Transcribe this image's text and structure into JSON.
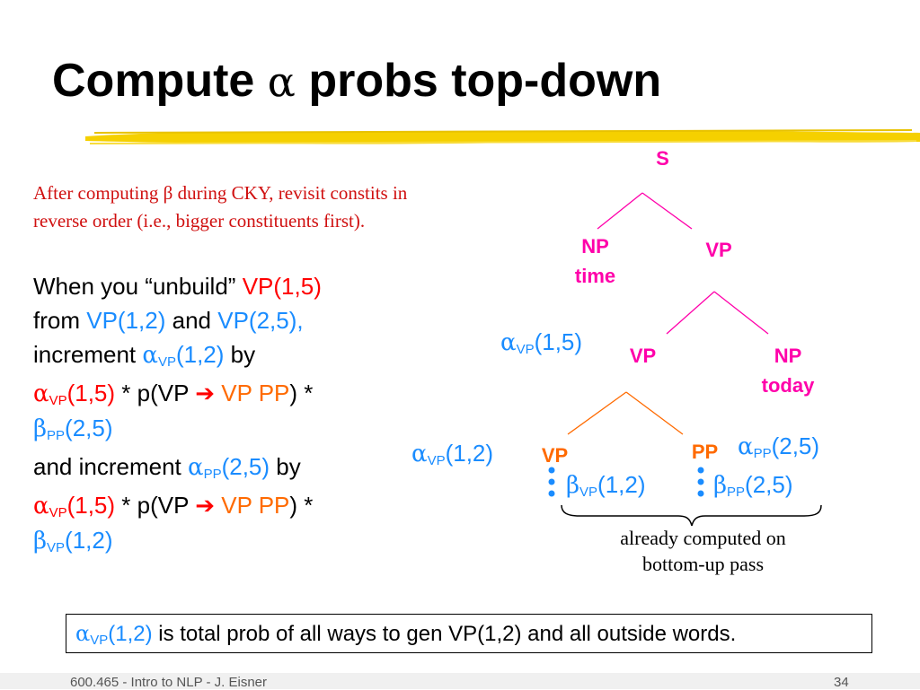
{
  "slide": {
    "title_before": "Compute",
    "title_symbol": "α",
    "title_after": "probs top-down",
    "note": {
      "part1": "After computing",
      "symbol": "β",
      "part2": "during CKY, revisit constits in reverse order (i.e., bigger constituents first)."
    },
    "body": {
      "line1_a": "When you “unbuild”",
      "line1_b": "VP(1,5)",
      "line2_a": "from",
      "line2_b": "VP(1,2)",
      "line2_c": "and",
      "line2_d": "VP(2,5),",
      "line3_a": "increment",
      "alpha": "α",
      "beta": "β",
      "sub_vp": "VP",
      "sub_pp": "PP",
      "val_12": "(1,2)",
      "val_15": "(1,5)",
      "val_25": "(2,5)",
      "by": "by",
      "times_p": "* p(VP",
      "arrow": "➔",
      "vp": "VP",
      "pp": "PP",
      "close_times": ") *",
      "and_increment": "and increment"
    },
    "tree": {
      "s": "S",
      "np1": "NP",
      "np1_word": "time",
      "vp1": "VP",
      "vp2": "VP",
      "np2": "NP",
      "np2_word": "today",
      "vp3": "VP",
      "pp": "PP"
    },
    "tree_labels": {
      "alpha": "α",
      "beta": "β",
      "sub_vp": "VP",
      "sub_pp": "PP",
      "v15": "(1,5)",
      "v12": "(1,2)",
      "v25": "(2,5)"
    },
    "bottom_up_note": "already computed on bottom-up pass",
    "box": {
      "alpha": "α",
      "sub": "VP",
      "val": "(1,2)",
      "text": "is total prob of all ways to gen VP(1,2) and all outside words."
    },
    "footer": {
      "left": "600.465 - Intro to NLP - J. Eisner",
      "page": "34"
    },
    "colors": {
      "red": "#ff0000",
      "blue": "#1a8cff",
      "orange": "#ff6a00",
      "magenta": "#ff00aa",
      "brush": "#f5d000"
    }
  }
}
